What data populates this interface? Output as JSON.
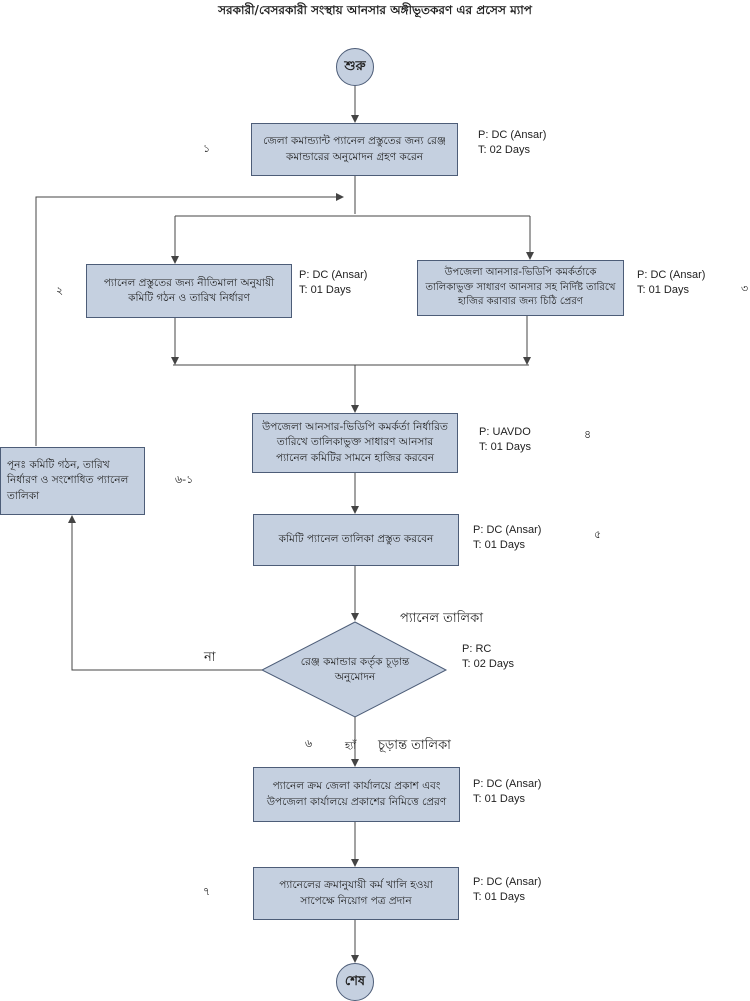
{
  "title": "সরকারী/বেসরকারী সংস্থায় আনসার অঙ্গীভূতকরণ এর প্রসেস ম্যাপ",
  "start": "শুরু",
  "end": "শেষ",
  "steps": [
    {
      "num": "১",
      "text": "জেলা কমান্ড্যান্ট প্যানেল প্রস্তুতের জন্য রেঞ্জ কমান্ডারের অনুমোদন গ্রহণ করেন",
      "p": "P: DC (Ansar)",
      "t": "T: 02 Days"
    },
    {
      "num": "২",
      "text": "প্যানেল প্রস্তুতের জন্য নীতিমালা অনুযায়ী কমিটি গঠন ও তারিখ নির্ধারণ",
      "p": "P: DC (Ansar)",
      "t": "T: 01 Days"
    },
    {
      "num": "৩",
      "text": "উপজেলা আনসার-ভিডিপি কমর্কর্তাকে তালিকাভুক্ত সাধারণ আনসার সহ নির্দিষ্ট তারিখে হাজির করাবার জন্য চিঠি প্রেরণ",
      "p": "P: DC (Ansar)",
      "t": "T: 01 Days"
    },
    {
      "num": "৪",
      "text": "উপজেলা আনসার-ভিডিপি কমর্কর্তা নির্ধারিত তারিখে তালিকাভুক্ত সাধারণ আনসার প্যানেল কমিটির সামনে হাজির করবেন",
      "p": "P: UAVDO",
      "t": "T: 01 Days"
    },
    {
      "num": "৫",
      "text": "কমিটি প্যানেল তালিকা প্রস্তুত করবেন",
      "p": "P: DC (Ansar)",
      "t": "T: 01 Days"
    },
    {
      "num": "৬",
      "text": "রেঞ্জ কমান্ডার কর্তৃক চূড়ান্ত অনুমোদন",
      "p": "P: RC",
      "t": "T: 02 Days"
    },
    {
      "num": "",
      "text": "প্যানেল ক্রম জেলা কার্যালয়ে প্রকাশ এবং উপজেলা কার্যালয়ে প্রকাশের নিমিত্তে প্রেরণ",
      "p": "P: DC (Ansar)",
      "t": "T: 01 Days"
    },
    {
      "num": "৭",
      "text": "প্যানেলের ক্রমানুযায়ী কর্ম খালি হওয়া সাপেক্ষে নিয়োগ পত্র প্রদান",
      "p": "P: DC (Ansar)",
      "t": "T: 01 Days"
    }
  ],
  "rework": {
    "num": "৬-১",
    "text": "পূনঃ কমিটি গঠন, তারিখ নির্ধারণ ও সংশোধিত প্যানেল তালিকা"
  },
  "labels": {
    "panel_list": "প্যানেল তালিকা",
    "final_list": "চূড়ান্ত তালিকা",
    "no": "না",
    "yes": "হ্যাঁ"
  },
  "colors": {
    "box_fill": "#c5d0e0",
    "box_border": "#4d5d78",
    "line": "#444444"
  }
}
